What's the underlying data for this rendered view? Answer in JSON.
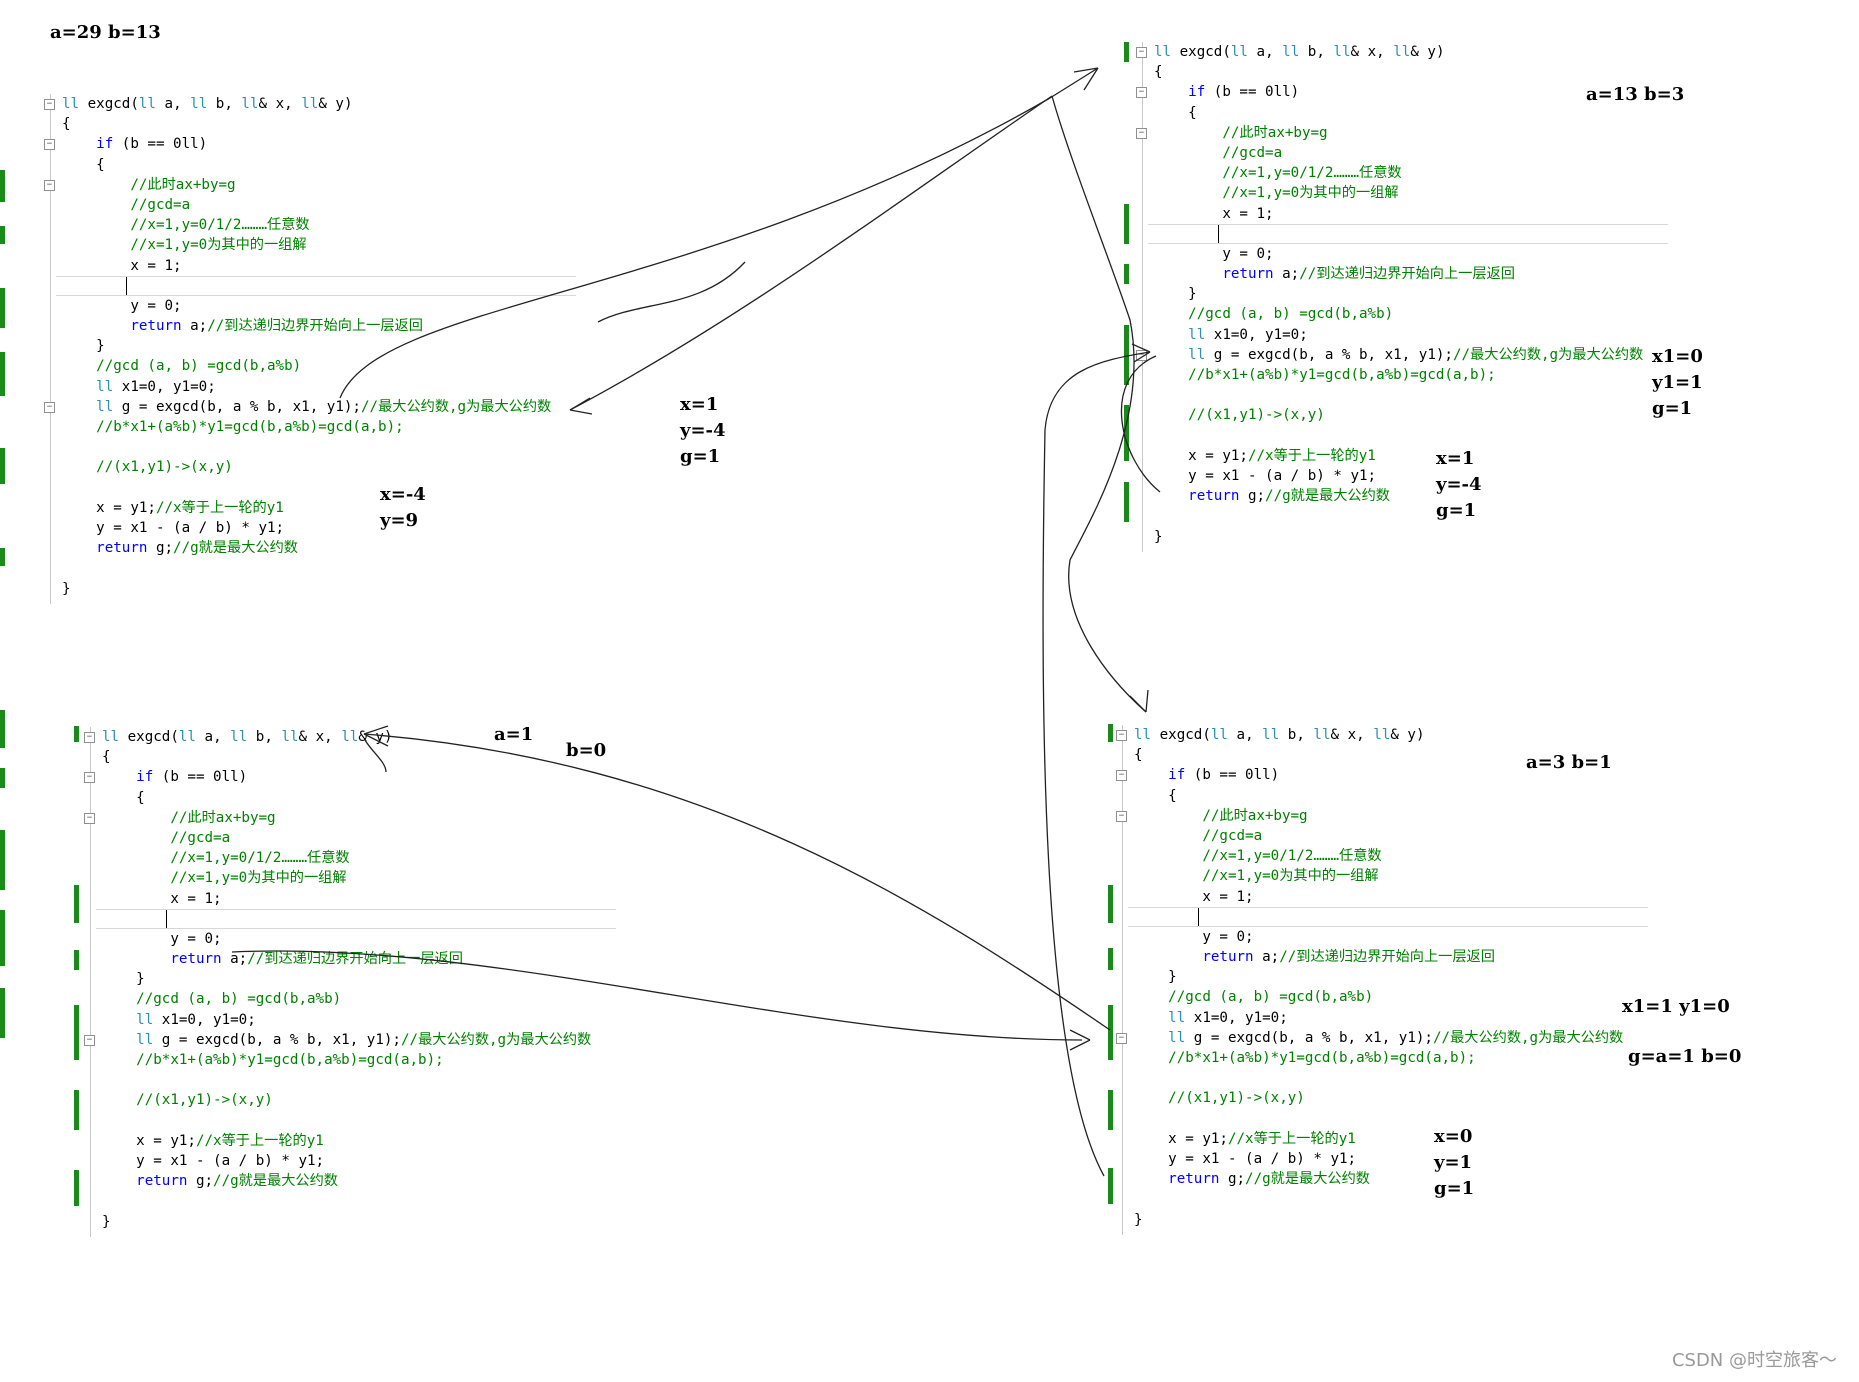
{
  "code_lines": [
    {
      "segs": [
        [
          "ty",
          "ll"
        ],
        [
          "tx",
          " exgcd("
        ],
        [
          "ty",
          "ll"
        ],
        [
          "tx",
          " a, "
        ],
        [
          "ty",
          "ll"
        ],
        [
          "tx",
          " b, "
        ],
        [
          "ty",
          "ll"
        ],
        [
          "tx",
          "& x, "
        ],
        [
          "ty",
          "ll"
        ],
        [
          "tx",
          "& y)"
        ]
      ]
    },
    {
      "segs": [
        [
          "tx",
          "{"
        ]
      ]
    },
    {
      "segs": [
        [
          "tx",
          "    "
        ],
        [
          "kw",
          "if"
        ],
        [
          "tx",
          " (b == 0ll)"
        ]
      ]
    },
    {
      "segs": [
        [
          "tx",
          "    {"
        ]
      ]
    },
    {
      "segs": [
        [
          "tx",
          "        "
        ],
        [
          "cm",
          "//此时ax+by=g"
        ]
      ]
    },
    {
      "segs": [
        [
          "tx",
          "        "
        ],
        [
          "cm",
          "//gcd=a"
        ]
      ]
    },
    {
      "segs": [
        [
          "tx",
          "        "
        ],
        [
          "cm",
          "//x=1,y=0/1/2………任意数"
        ]
      ]
    },
    {
      "segs": [
        [
          "tx",
          "        "
        ],
        [
          "cm",
          "//x=1,y=0为其中的一组解"
        ]
      ]
    },
    {
      "segs": [
        [
          "tx",
          "        x = 1;"
        ]
      ]
    },
    {
      "segs": [
        [
          "tx",
          ""
        ]
      ]
    },
    {
      "segs": [
        [
          "tx",
          "        y = 0;"
        ]
      ]
    },
    {
      "segs": [
        [
          "tx",
          "        "
        ],
        [
          "kw",
          "return"
        ],
        [
          "tx",
          " a;"
        ],
        [
          "cm",
          "//到达递归边界开始向上一层返回"
        ]
      ]
    },
    {
      "segs": [
        [
          "tx",
          "    }"
        ]
      ]
    },
    {
      "segs": [
        [
          "tx",
          "    "
        ],
        [
          "cm",
          "//gcd (a, b) =gcd(b,a%b)"
        ]
      ]
    },
    {
      "segs": [
        [
          "tx",
          "    "
        ],
        [
          "ty",
          "ll"
        ],
        [
          "tx",
          " x1=0, y1=0;"
        ]
      ]
    },
    {
      "segs": [
        [
          "tx",
          "    "
        ],
        [
          "ty",
          "ll"
        ],
        [
          "tx",
          " g = exgcd(b, a % b, x1, y1);"
        ],
        [
          "cm",
          "//最大公约数,g为最大公约数"
        ]
      ]
    },
    {
      "segs": [
        [
          "tx",
          "    "
        ],
        [
          "cm",
          "//b*x1+(a%b)*y1=gcd(b,a%b)=gcd(a,b);"
        ]
      ]
    },
    {
      "segs": [
        [
          "tx",
          ""
        ]
      ]
    },
    {
      "segs": [
        [
          "tx",
          "    "
        ],
        [
          "cm",
          "//(x1,y1)->(x,y)"
        ]
      ]
    },
    {
      "segs": [
        [
          "tx",
          ""
        ]
      ]
    },
    {
      "segs": [
        [
          "tx",
          "    x = y1;"
        ],
        [
          "cm",
          "//x等于上一轮的y1"
        ]
      ]
    },
    {
      "segs": [
        [
          "tx",
          "    y = x1 - (a / b) * y1;"
        ]
      ]
    },
    {
      "segs": [
        [
          "tx",
          "    "
        ],
        [
          "kw",
          "return"
        ],
        [
          "tx",
          " g;"
        ],
        [
          "cm",
          "//g就是最大公约数"
        ]
      ]
    },
    {
      "segs": [
        [
          "tx",
          ""
        ]
      ]
    },
    {
      "segs": [
        [
          "tx",
          "}"
        ]
      ]
    }
  ],
  "annotations": {
    "top_left": {
      "ab": "a=29   b=13",
      "x": "x=-4",
      "y": "y=9"
    },
    "middle": {
      "x": "x=1",
      "y": "y=-4",
      "g": "g=1"
    },
    "top_right": {
      "ab": "a=13  b=3",
      "x1": "x1=0",
      "y1": "y1=1",
      "g_side": "g=1",
      "x": "x=1",
      "y": "y=-4",
      "g": "g=1"
    },
    "bottom_left": {
      "a": "a=1",
      "b": "b=0"
    },
    "bottom_right": {
      "ab": "a=3  b=1",
      "x1y1": "x1=1    y1=0",
      "gab": "g=a=1  b=0",
      "x": "x=0",
      "y": "y=1",
      "g": "g=1"
    }
  },
  "watermark": "CSDN @时空旅客～",
  "colors": {
    "keyword": "#0000ff",
    "type": "#2b91af",
    "comment": "#008000",
    "change_bar": "#1a8a1a"
  }
}
